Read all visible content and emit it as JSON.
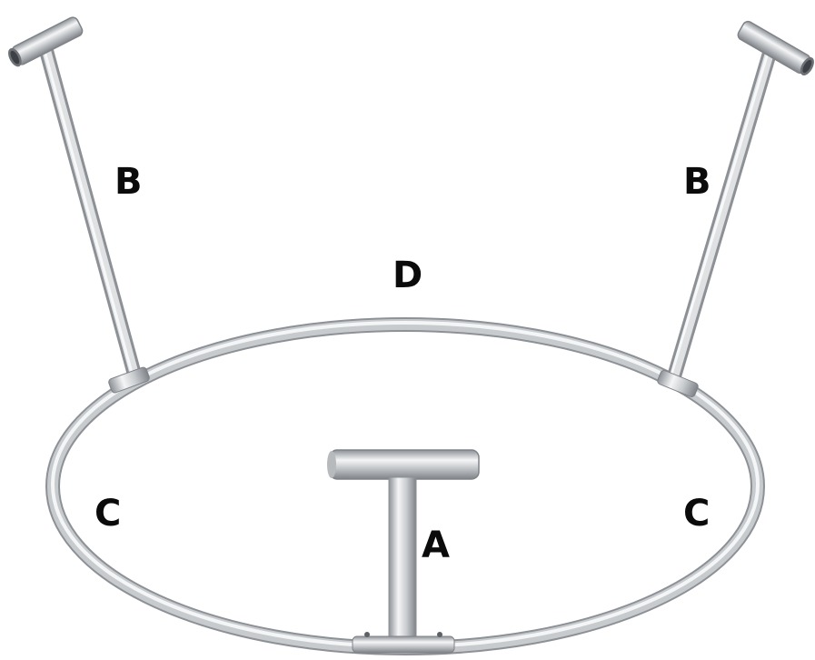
{
  "labels": {
    "b_left": "B",
    "b_right": "B",
    "d_top": "D",
    "c_left": "C",
    "c_right": "C",
    "a_center": "A"
  },
  "colors": {
    "background": "#ffffff",
    "tube_light": "#f4f5f6",
    "tube_mid": "#c8cbce",
    "tube_dark": "#8d9196",
    "label": "#0b0b0b"
  }
}
